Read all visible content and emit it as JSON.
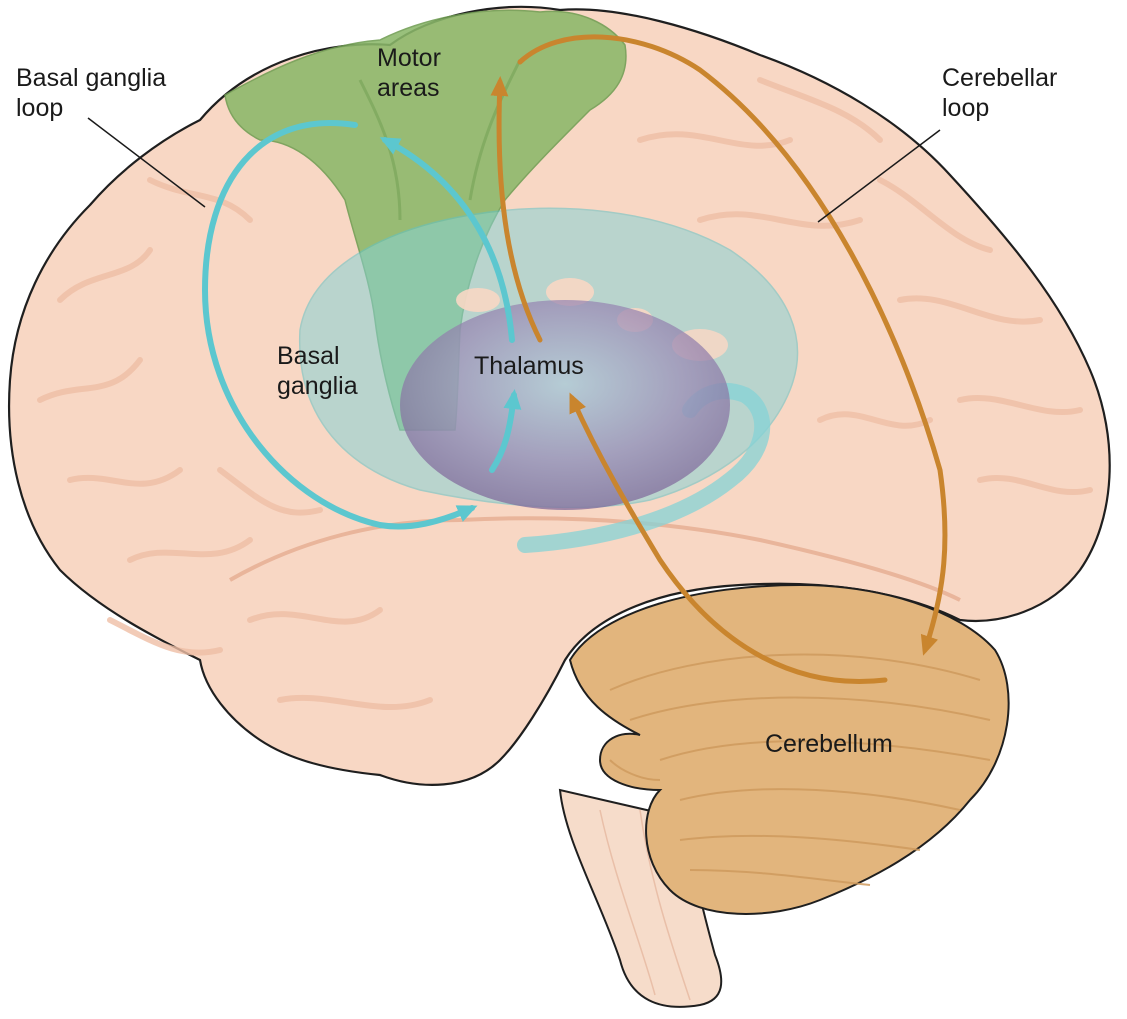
{
  "labels": {
    "basal_ganglia_loop": [
      "Basal ganglia",
      "loop"
    ],
    "motor_areas": [
      "Motor",
      "areas"
    ],
    "cerebellar_loop": [
      "Cerebellar",
      "loop"
    ],
    "basal_ganglia": [
      "Basal",
      "ganglia"
    ],
    "thalamus": "Thalamus",
    "cerebellum": "Cerebellum"
  },
  "colors": {
    "cortex_fill": "#f8d7c4",
    "cortex_fold": "#f3c4ab",
    "cortex_outline": "#1f1f1f",
    "motor_area": "#8bb86a",
    "basal_ganglia": "#86d3d5",
    "thalamus": "#8a72a6",
    "cerebellum": "#e2b57d",
    "brainstem": "#f6dcca",
    "basal_ganglia_loop_arrow": "#5cc7cf",
    "cerebellar_loop_arrow": "#c9852e"
  }
}
